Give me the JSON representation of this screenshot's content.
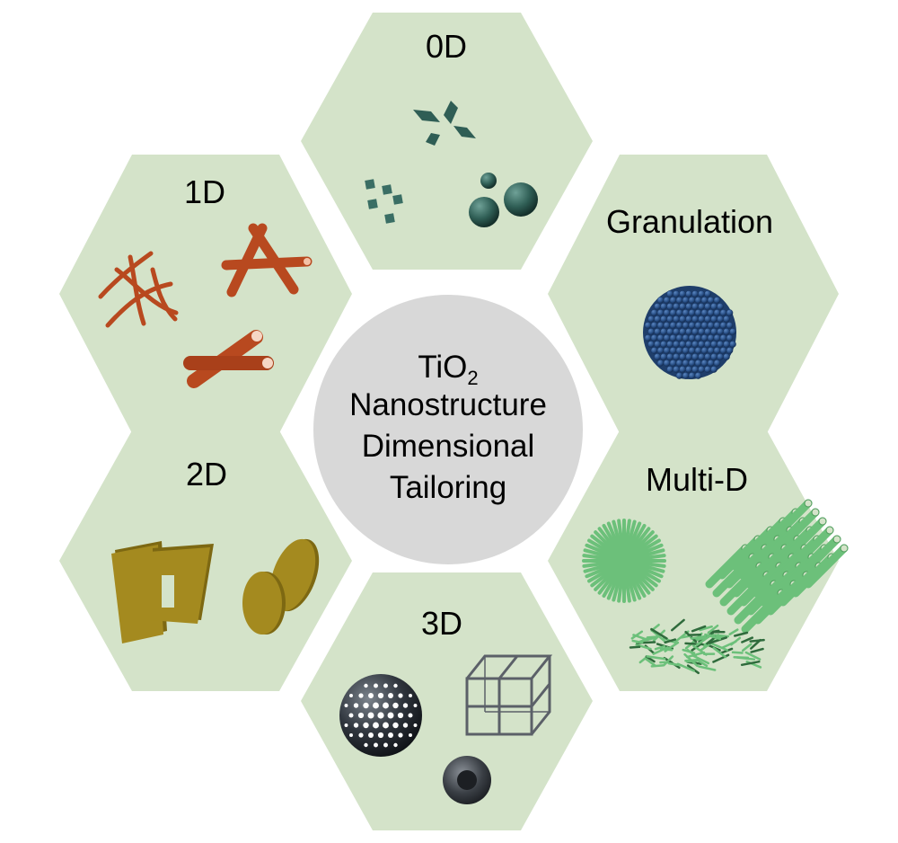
{
  "center": {
    "line1_main": "TiO",
    "line1_sub": "2",
    "line2": "Nanostructure",
    "line3": "Dimensional",
    "line4": "Tailoring"
  },
  "hexagons": [
    {
      "key": "0d",
      "label": "0D"
    },
    {
      "key": "1d",
      "label": "1D"
    },
    {
      "key": "granulation",
      "label": "Granulation"
    },
    {
      "key": "2d",
      "label": "2D"
    },
    {
      "key": "multi-d",
      "label": "Multi-D"
    },
    {
      "key": "3d",
      "label": "3D"
    }
  ],
  "colors": {
    "hex_fill": "#d4e3c9",
    "center_fill": "#d8d8d8",
    "particle_0d": "#2f5e55",
    "rod_1d": "#b8491f",
    "sheet_2d": "#a48a1f",
    "granule": "#2f5a8c",
    "multid": "#6cc07a",
    "porous_3d": "#2a2f36"
  }
}
